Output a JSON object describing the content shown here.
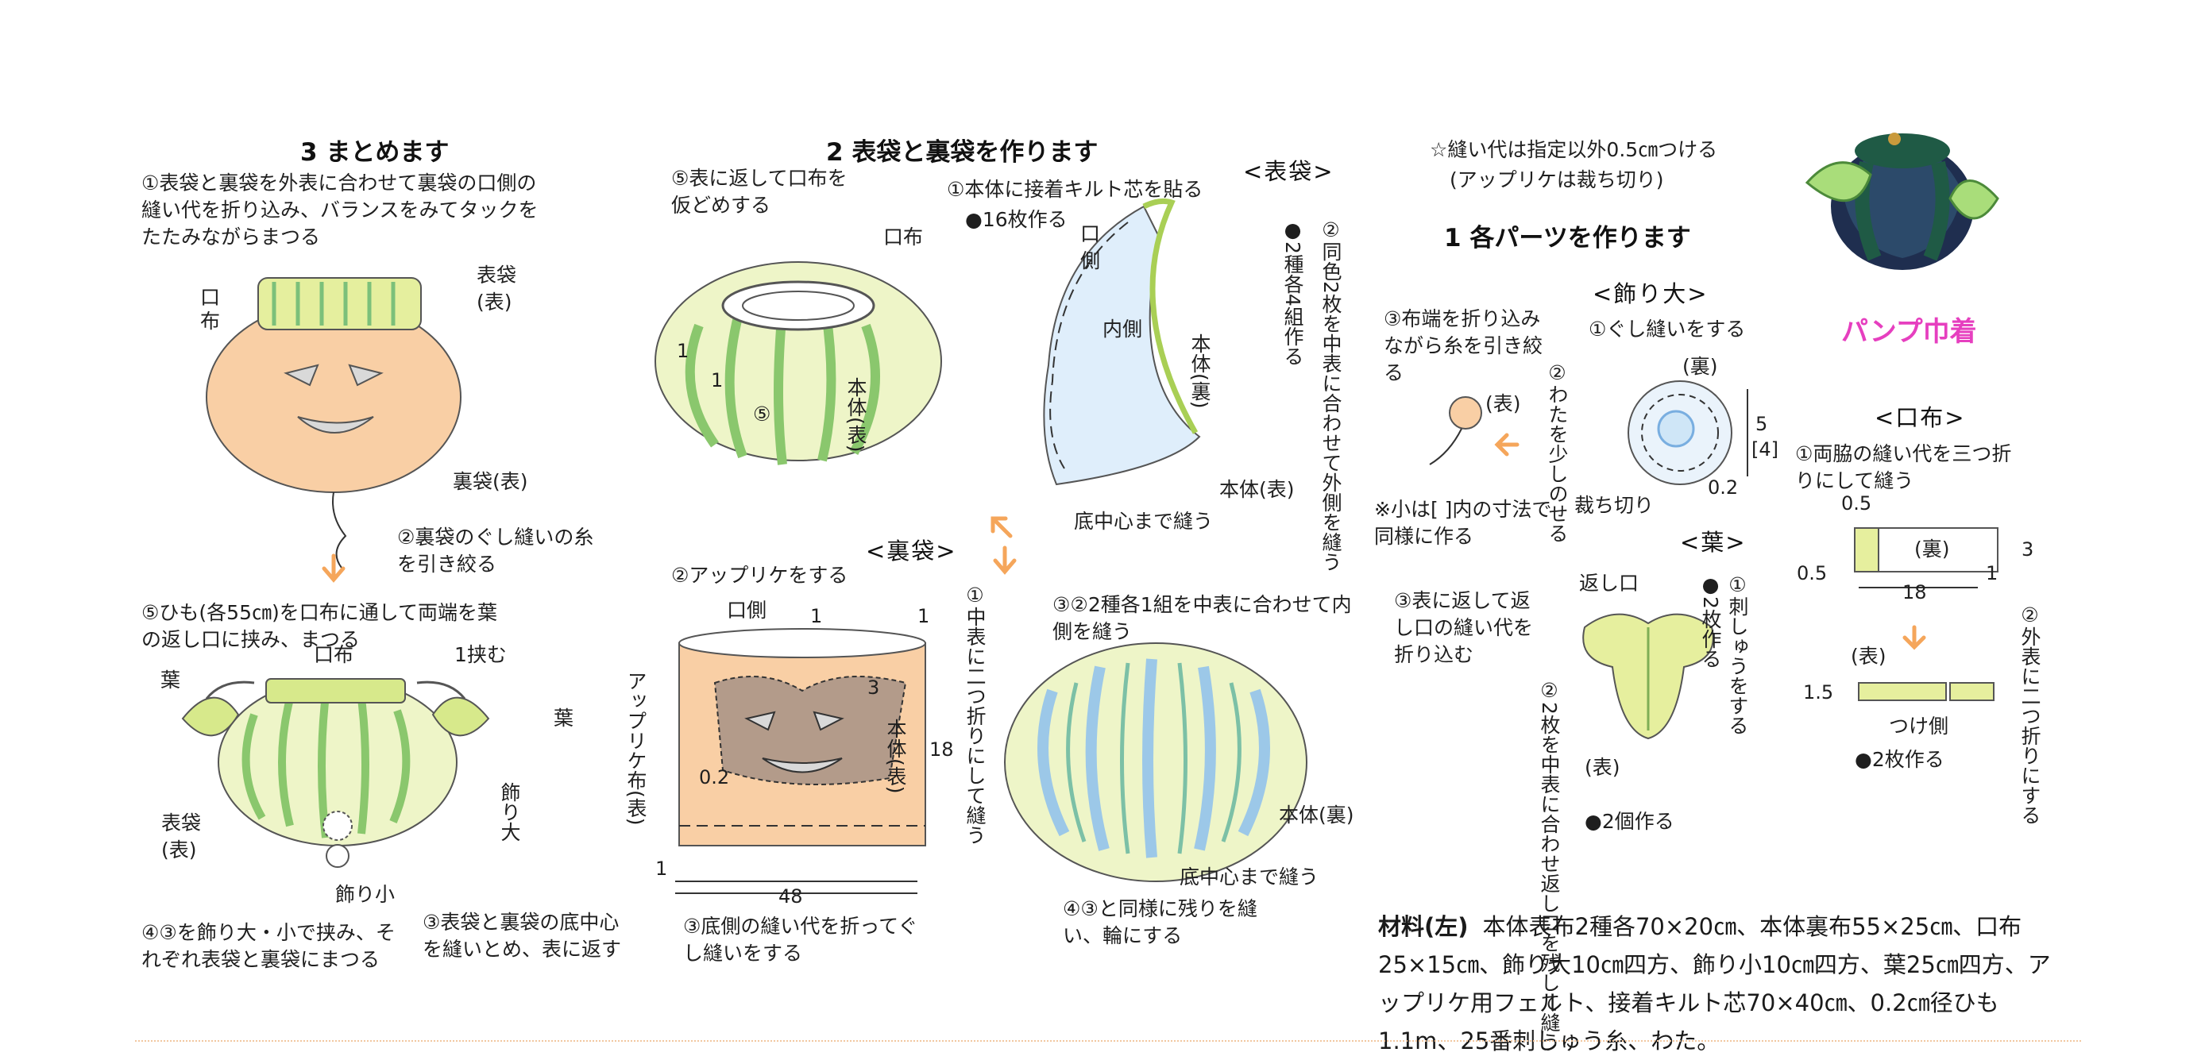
{
  "s3": {
    "title": "3 まとめます",
    "step1": "①表袋と裏袋を外表に合わせて裏袋の口側の縫い代を折り込み、バランスをみてタックをたたみながらまつる",
    "kuchinuno": "口布",
    "omote_bukuro": "表袋(表)",
    "ura_bukuro": "裏袋(表)",
    "step2": "②裏袋のぐし縫いの糸を引き絞る",
    "step5": "⑤ひも(各55㎝)を口布に通して両端を葉の返し口に挟み、まつる",
    "ha_l": "葉",
    "ha_r": "葉",
    "kuchinuno2": "口布",
    "hasamu": "1挟む",
    "omote_bukuro2": "表袋(表)",
    "kazari_dai": "飾り大",
    "kazari_sho": "飾り小",
    "step4": "④③を飾り大・小で挟み、それぞれ表袋と裏袋にまつる",
    "step3": "③表袋と裏袋の底中心を縫いとめ、表に返す"
  },
  "s2": {
    "title": "2 表袋と裏袋を作ります",
    "omote_label": "<表袋>",
    "step5": "⑤表に返して口布を仮どめする",
    "kuchinuno": "口布",
    "n1a": "1",
    "n1b": "1",
    "circ5": "⑤",
    "hontai_omote": "本体(表)",
    "step1": "①本体に接着キルト芯を貼る",
    "count16": "●16枚作る",
    "kuchigawa": "口側",
    "uchigawa": "内側",
    "hontai_ura": "本体(裏)",
    "step2v": "②同色2枚を中表に合わせて外側を縫う",
    "sets": "●2種各4組作る",
    "hontai_omote2": "本体(表)",
    "soko": "底中心まで縫う",
    "ura_label": "<裏袋>",
    "applique_step": "②アップリケをする",
    "kuchigawa2": "口側",
    "n1c": "1",
    "n1d": "1",
    "n3": "3",
    "applique_nuno": "アップリケ布(表)",
    "n02": "0.2",
    "hontai_omote3": "本体(表)",
    "n18": "18",
    "fold_v": "①中表に二つ折りにして縫う",
    "n1e": "1",
    "n48": "48",
    "step3b": "③底側の縫い代を折ってぐし縫いをする",
    "step32": "③②2種各1組を中表に合わせて内側を縫う",
    "hontai_ura2": "本体(裏)",
    "soko2": "底中心まで縫う",
    "step43": "④③と同様に残りを縫い、輪にする"
  },
  "s1": {
    "note1": "☆縫い代は指定以外0.5㎝つける",
    "note2": "(アップリケは裁ち切り)",
    "title": "1 各パーツを作ります",
    "kazari_dai_label": "<飾り大>",
    "gushi": "①ぐし縫いをする",
    "wata": "②わたを少しのせる",
    "ura": "(裏)",
    "n5": "5",
    "n4": "[4]",
    "n02": "0.2",
    "tachikiri": "裁ち切り",
    "step3": "③布端を折り込みながら糸を引き絞る",
    "omote": "(表)",
    "note_small": "※小は[ ]内の寸法で同様に作る",
    "ha_label": "<葉>",
    "kaeshi": "返し口",
    "step3ha": "③表に返して返し口の縫い代を折り込む",
    "shishu": "①刺しゅうをする",
    "count2": "●2枚作る",
    "step2ha": "②2枚を中表に合わせ返し口を残して縫う",
    "omote2": "(表)",
    "count2b": "●2個作る"
  },
  "photo": {
    "name": "パンプ巾着"
  },
  "kuchinuno_sec": {
    "label": "<口布>",
    "step1": "①両脇の縫い代を三つ折りにして縫う",
    "n05a": "0.5",
    "n05b": "0.5",
    "ura": "(裏)",
    "n1": "1",
    "n3": "3",
    "n18": "18",
    "omote": "(表)",
    "n15": "1.5",
    "tsuke": "つけ側",
    "step2": "②外表に二つ折りにする",
    "count": "●2枚作る"
  },
  "materials": {
    "label": "材料(左)",
    "text": "本体表布2種各70×20㎝、本体裏布55×25㎝、口布25×15㎝、飾り大10㎝四方、飾り小10㎝四方、葉25㎝四方、アップリケ用フェルト、接着キルト芯70×40㎝、0.2㎝径ひも1.1m、25番刺しゅう糸、わた。"
  },
  "colors": {
    "orange": "#f7b27a",
    "orange_fill": "#f9cfa5",
    "green": "#cfe08a",
    "teal": "#9bd3c2",
    "blue": "#b8d8ef",
    "arrow": "#f5a65b",
    "pink": "#e63fbf",
    "dark_green": "#1f5a45",
    "navy": "#1f2e4f"
  }
}
